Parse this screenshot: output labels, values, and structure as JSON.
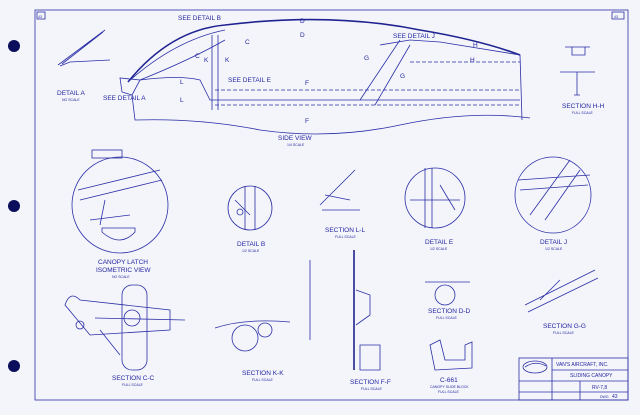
{
  "sheet": {
    "page_number": "43",
    "colors": {
      "ink": "#2b2fa6",
      "paper": "#f4f5fb",
      "punch_hole": "#0b0e5a"
    }
  },
  "views": {
    "detail_a": {
      "title": "DETAIL A",
      "scale": "NO SCALE"
    },
    "see_detail_b": "SEE DETAIL B",
    "see_detail_e": "SEE DETAIL E",
    "see_detail_a": "SEE DETAIL A",
    "see_detail_j": "SEE DETAIL J",
    "side_view": {
      "title": "SIDE VIEW",
      "scale": "1/4 SCALE"
    },
    "section_hh": {
      "title": "SECTION H-H",
      "scale": "FULL SCALE"
    },
    "canopy_latch": {
      "title_line1": "CANOPY LATCH",
      "title_line2": "ISOMETRIC VIEW",
      "scale": "NO SCALE"
    },
    "detail_b": {
      "title": "DETAIL B",
      "scale": "1/2 SCALE"
    },
    "section_ll": {
      "title": "SECTION L-L",
      "scale": "FULL SCALE"
    },
    "detail_e": {
      "title": "DETAIL E",
      "scale": "1/2 SCALE"
    },
    "detail_j": {
      "title": "DETAIL J",
      "scale": "1/2 SCALE"
    },
    "section_cc": {
      "title": "SECTION C-C",
      "scale": "FULL SCALE"
    },
    "section_kk": {
      "title": "SECTION K-K",
      "scale": "FULL SCALE"
    },
    "section_ff": {
      "title": "SECTION F-F",
      "scale": "FULL SCALE"
    },
    "section_dd": {
      "title": "SECTION D-D",
      "scale": "FULL SCALE"
    },
    "c661": {
      "title": "C-661",
      "subtitle": "CANOPY SLIDE BLOCK",
      "scale": "FULL SCALE"
    },
    "section_gg": {
      "title": "SECTION G-G",
      "scale": "FULL SCALE"
    }
  },
  "section_markers": [
    "D",
    "D",
    "C",
    "C",
    "K",
    "K",
    "L",
    "L",
    "F",
    "F",
    "G",
    "G",
    "H",
    "H"
  ],
  "title_block": {
    "company": "VAN'S AIRCRAFT, INC.",
    "drawing_title": "SLIDING CANOPY",
    "model": "RV-7,8",
    "dwg_label": "DWG",
    "dwg_number": "43"
  }
}
